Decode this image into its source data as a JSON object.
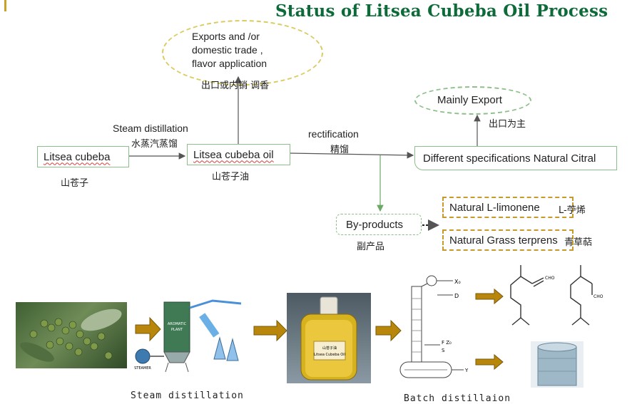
{
  "title": "Status of Litsea Cubeba Oil Process",
  "top_ellipse": {
    "en": "Exports and /or\ndomestic trade ,\nflavor application",
    "cn": "出口或内销 调香"
  },
  "right_ellipse": {
    "en": "Mainly Export",
    "cn": "出口为主"
  },
  "steam": {
    "en": "Steam distillation",
    "cn": "水蒸汽蒸馏"
  },
  "rect": {
    "en": "rectification",
    "cn": "精馏"
  },
  "boxes": {
    "litsea": "Litsea cubeba",
    "oil": "Litsea cubeba oil",
    "citral": "Different specifications Natural Citral",
    "byproducts": "By-products",
    "limonene": "Natural  L-limonene",
    "limonene_cn": "L-苧烯",
    "grass": "Natural  Grass terprens",
    "grass_cn": "青草萜"
  },
  "labels_cn": {
    "litsea": "山苍子",
    "oil": "山苍子油",
    "byproducts": "副产品"
  },
  "photos": {
    "plant_label": "AROMATIC PLANT",
    "steamer_label": "STEAMER",
    "bottle_label": "山苍子油\nLitsea Cubeba Oil",
    "column_labels": [
      "X₀",
      "D",
      "F",
      "Z₀",
      "S",
      "Y"
    ]
  },
  "captions": {
    "steam": "Steam distillation",
    "batch": "Batch distillaion"
  },
  "colors": {
    "title": "#0d6b3a",
    "box_border": "#8dbf8a",
    "gold": "#c79a2a",
    "arrow_fill": "#b8860b"
  }
}
